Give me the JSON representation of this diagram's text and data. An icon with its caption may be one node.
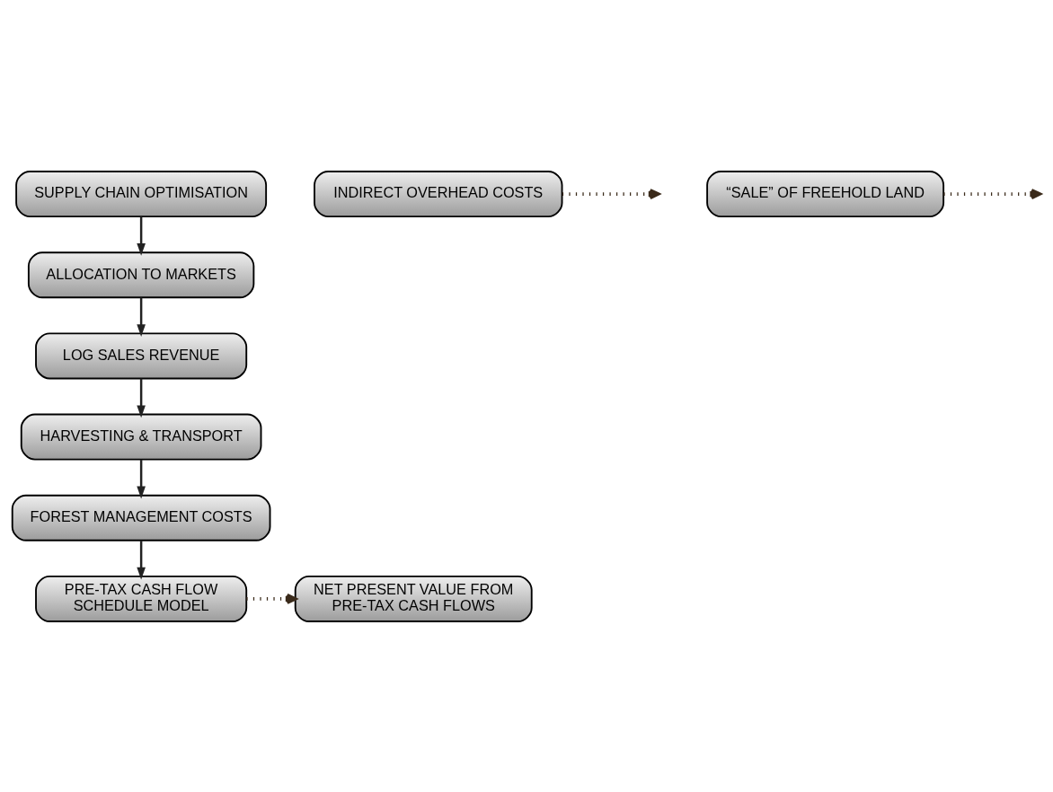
{
  "diagram": {
    "nodes": [
      {
        "text": [
          "SUPPLY CHAIN OPTIMISATION"
        ]
      },
      {
        "text": [
          "ALLOCATION TO MARKETS"
        ]
      },
      {
        "text": [
          "LOG SALES REVENUE"
        ]
      },
      {
        "text": [
          "HARVESTING & TRANSPORT"
        ]
      },
      {
        "text": [
          "FOREST MANAGEMENT COSTS"
        ]
      },
      {
        "text": [
          "INDIRECT OVERHEAD COSTS"
        ]
      },
      {
        "text": [
          "“SALE” OF FREEHOLD LAND"
        ]
      },
      {
        "text": [
          "PRE-TAX CASH FLOW SCHEDULE MODEL"
        ]
      },
      {
        "text": [
          "NET PRESENT VALUE FROM PRE-TAX CASH FLOWS"
        ]
      }
    ],
    "edges": [
      {
        "from": 0,
        "to": 1,
        "arrow": "to"
      },
      {
        "from": 1,
        "to": 2,
        "arrow": "to"
      },
      {
        "from": 2,
        "to": 3,
        "arrow": "to"
      },
      {
        "from": 3,
        "to": 4,
        "arrow": "to"
      },
      {
        "from": 4,
        "to": 7,
        "arrow": "to"
      },
      {
        "from": 5,
        "to": null,
        "arrow": "to",
        "style": "dashed"
      },
      {
        "from": 6,
        "to": null,
        "arrow": "to",
        "style": "dashed"
      },
      {
        "from": 7,
        "to": 8,
        "arrow": "to",
        "style": "dashed"
      }
    ]
  }
}
